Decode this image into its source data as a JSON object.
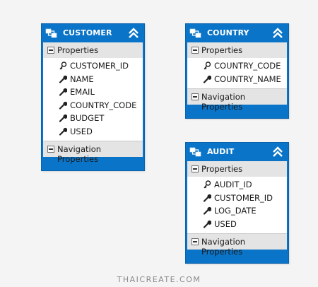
{
  "entities": [
    {
      "title": "CUSTOMER",
      "properties_label": "Properties",
      "nav_label": "Navigation Properties",
      "properties": [
        {
          "name": "CUSTOMER_ID",
          "icon": "key-icon"
        },
        {
          "name": "NAME",
          "icon": "wrench-icon"
        },
        {
          "name": "EMAIL",
          "icon": "wrench-icon"
        },
        {
          "name": "COUNTRY_CODE",
          "icon": "wrench-icon"
        },
        {
          "name": "BUDGET",
          "icon": "wrench-icon"
        },
        {
          "name": "USED",
          "icon": "wrench-icon"
        }
      ]
    },
    {
      "title": "COUNTRY",
      "properties_label": "Properties",
      "nav_label": "Navigation Properties",
      "properties": [
        {
          "name": "COUNTRY_CODE",
          "icon": "key-icon"
        },
        {
          "name": "COUNTRY_NAME",
          "icon": "wrench-icon"
        }
      ]
    },
    {
      "title": "AUDIT",
      "properties_label": "Properties",
      "nav_label": "Navigation Properties",
      "properties": [
        {
          "name": "AUDIT_ID",
          "icon": "key-icon"
        },
        {
          "name": "CUSTOMER_ID",
          "icon": "wrench-icon"
        },
        {
          "name": "LOG_DATE",
          "icon": "wrench-icon"
        },
        {
          "name": "USED",
          "icon": "wrench-icon"
        }
      ]
    }
  ],
  "watermark": "THAICREATE.COM",
  "colors": {
    "header": "#0a74c8",
    "section": "#e4e4e4",
    "background": "#f4f4f4"
  }
}
